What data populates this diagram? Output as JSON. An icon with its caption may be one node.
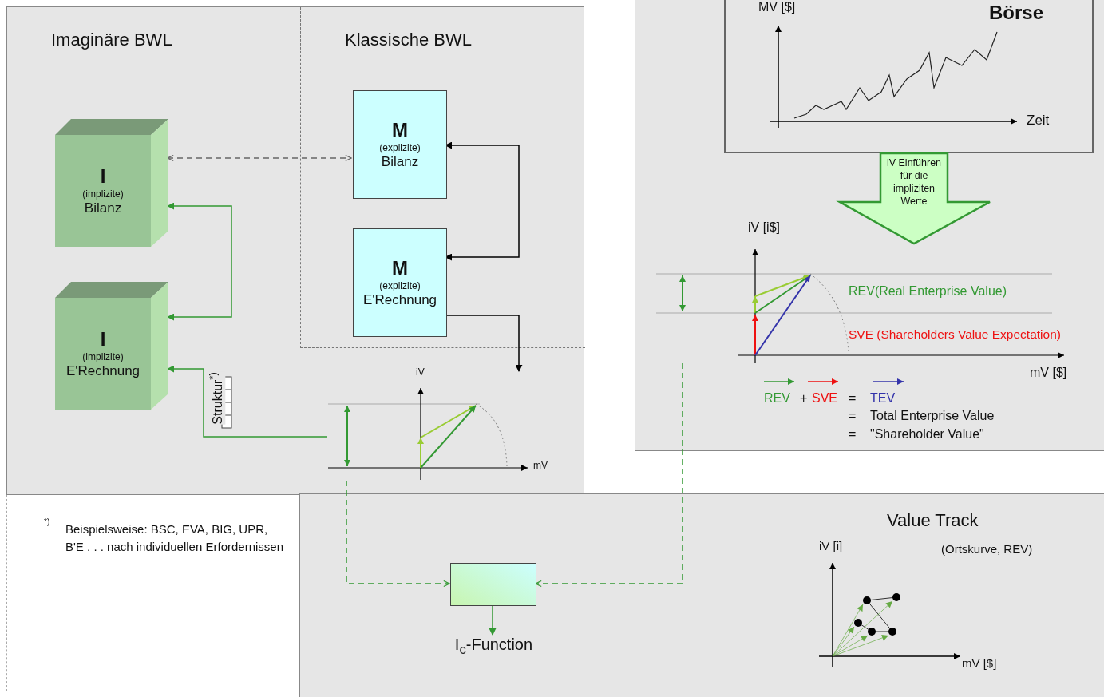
{
  "diagram": {
    "nodes": [
      {
        "text": [
          "Imaginäre BWL"
        ]
      },
      {
        "text": [
          "Klassische BWL"
        ],
        "in": 0
      },
      {
        "text": [
          "I",
          "(implizite)",
          "Bilanz"
        ],
        "in": 0
      },
      {
        "text": [
          "I",
          "(implizite)",
          "E'Rechnung"
        ],
        "in": 0
      },
      {
        "text": [
          "M",
          "(explizite)",
          "Bilanz"
        ],
        "in": 1
      },
      {
        "text": [
          "M",
          "(explizite)",
          "E'Rechnung"
        ],
        "in": 1
      },
      {
        "text": [],
        "shape": "picture",
        "in": 0
      },
      {
        "text": [
          "Börse"
        ]
      },
      {
        "text": [],
        "shape": "picture"
      },
      {
        "text": [
          "Value Track",
          "(Ortskurve, REV)"
        ]
      },
      {
        "text": [],
        "shape": "box",
        "in": 9
      },
      {
        "text": [
          "I$_{c}$-Function"
        ],
        "in": 9
      }
    ],
    "edges": [
      {
        "from": 2,
        "to": 4,
        "arrow": "both",
        "style": "dashed",
        "color": "#666666"
      },
      {
        "from": 4,
        "to": 5,
        "arrow": "both",
        "color": "#000000"
      },
      {
        "from": 5,
        "to": 6,
        "arrow": "to",
        "color": "#000000"
      },
      {
        "from": 2,
        "to": 3,
        "arrow": "both"
      },
      {
        "from": 6,
        "to": 3,
        "arrow": "to",
        "label": "Struktur$^{*)}$"
      },
      {
        "from": 6,
        "to": 10,
        "arrow": "to",
        "style": "dashed"
      },
      {
        "from": 8,
        "to": 10,
        "arrow": "to",
        "style": "dashed"
      },
      {
        "from": 7,
        "to": 8,
        "arrow": "to",
        "label": "iV Einführen für die impliziten Werte"
      },
      {
        "from": 10,
        "to": 11,
        "arrow": "to"
      }
    ],
    "labels": [
      "iV",
      "mV",
      "MV [$]",
      "Zeit",
      "iV [i$]",
      "REV(Real Enterprise Value)",
      "SVE (Shareholders Value Expectation)",
      "mV [$]",
      "REV",
      "+",
      "SVE",
      "=",
      "TEV",
      "=",
      "Total Enterprise Value",
      "=",
      "\"Shareholder Value\"",
      "*)",
      "Beispielsweise: BSC, EVA, BIG, UPR, B'E . . . nach individuellen Erfordernissen",
      "iV [i]",
      "mV [$]"
    ]
  }
}
